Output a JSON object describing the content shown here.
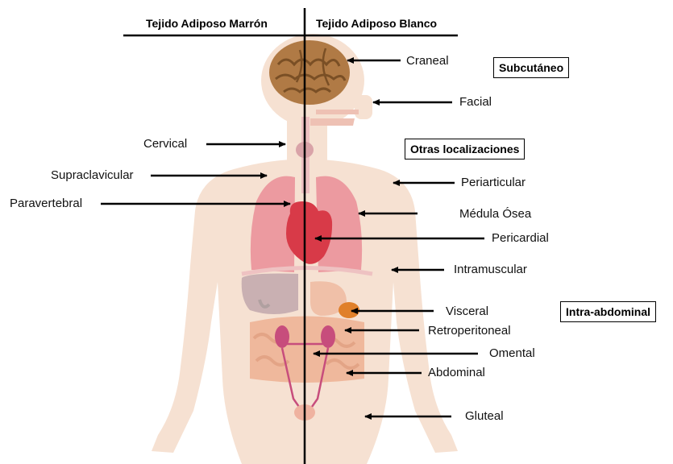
{
  "headers": {
    "left": "Tejido Adiposo Marrón",
    "right": "Tejido Adiposo Blanco"
  },
  "left_labels": {
    "cervical": "Cervical",
    "supraclavicular": "Supraclavicular",
    "paravertebral": "Paravertebral"
  },
  "right_labels": {
    "craneal": "Craneal",
    "facial": "Facial",
    "periarticular": "Periarticular",
    "medula": "Médula Ósea",
    "pericardial": "Pericardial",
    "intramuscular": "Intramuscular",
    "visceral": "Visceral",
    "retroperitoneal": "Retroperitoneal",
    "omental": "Omental",
    "abdominal": "Abdominal",
    "gluteal": "Gluteal"
  },
  "categories": {
    "subcutaneo": "Subcutáneo",
    "otras": "Otras localizaciones",
    "intra": "Intra-abdominal"
  },
  "colors": {
    "body": "#f6e1d2",
    "lung": "#ec9aa0",
    "heart": "#d83a48",
    "brain": "#b07a45",
    "liver": "#c9b0b2",
    "pancreas": "#e0802a",
    "kidney": "#c74d7c",
    "intestine": "#efb89c",
    "arrow": "#000000"
  }
}
